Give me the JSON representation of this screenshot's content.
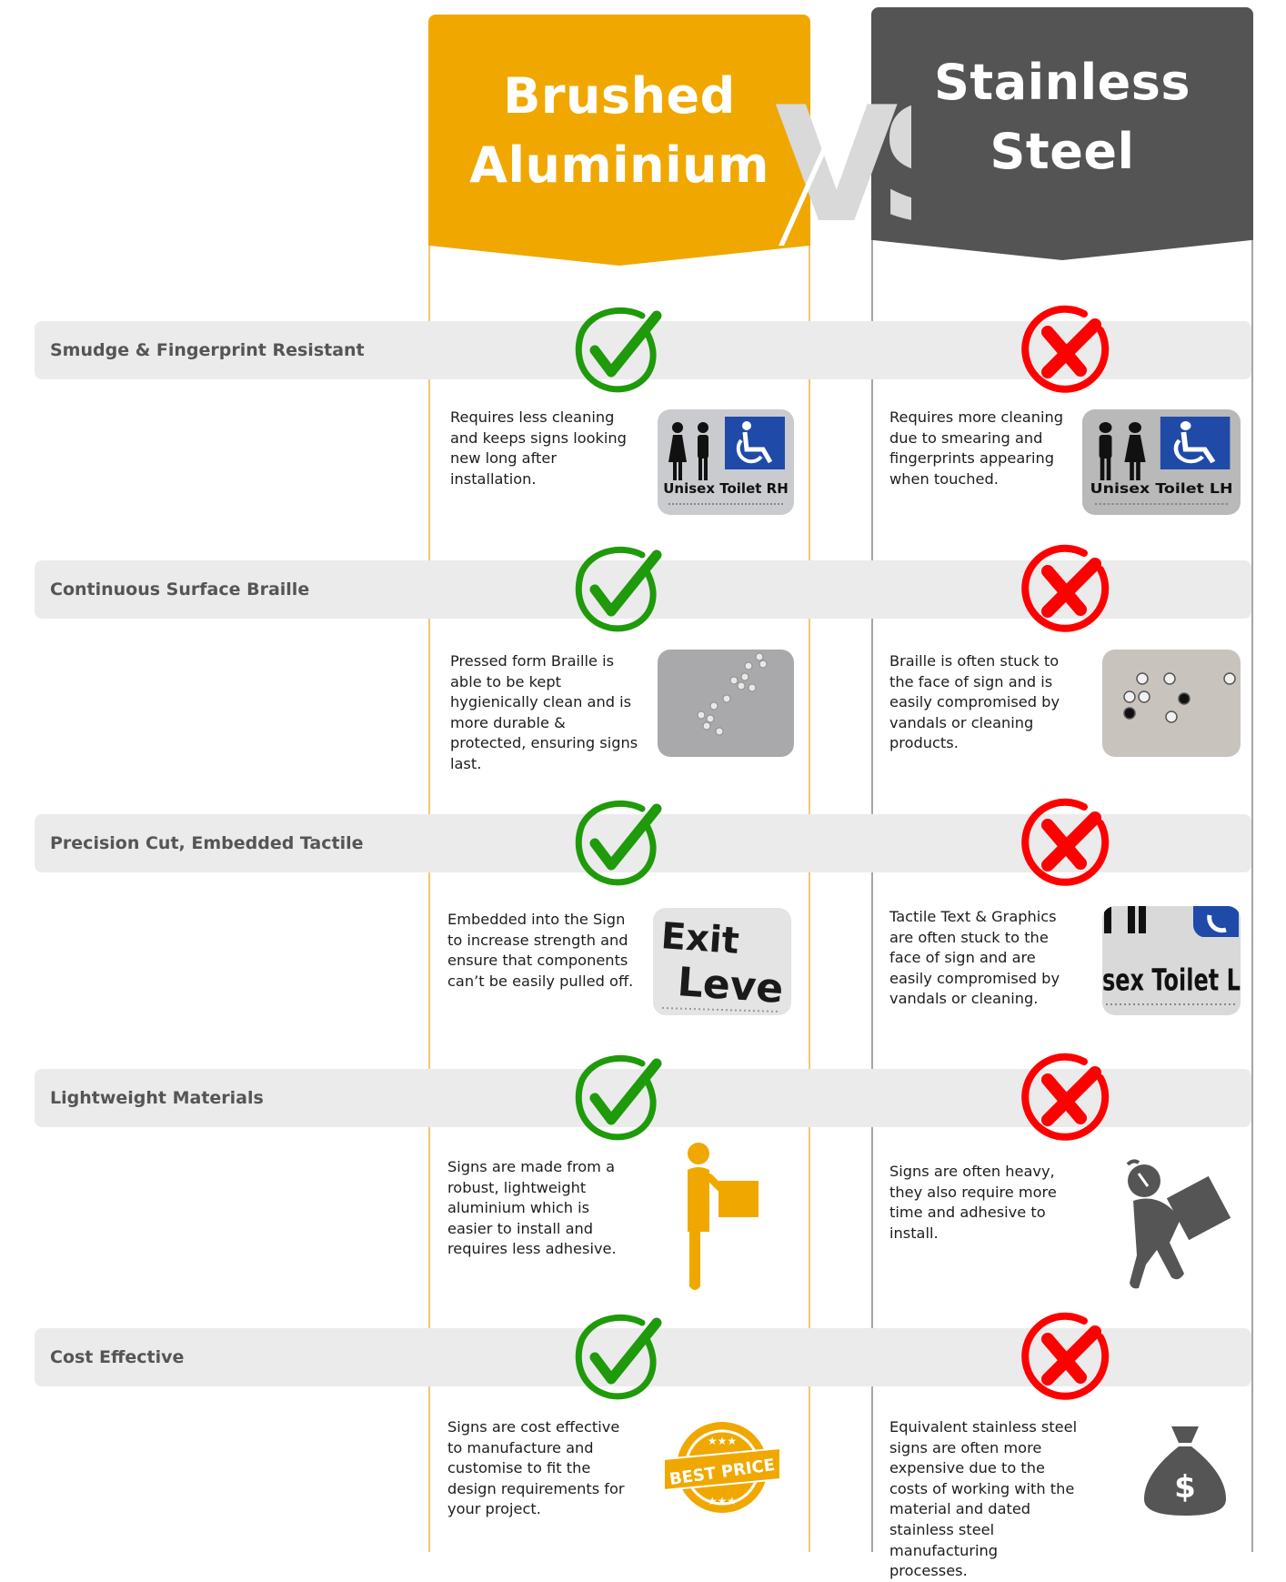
{
  "header": {
    "left_title_line1": "Brushed",
    "left_title_line2": "Aluminium",
    "vs_text": "VS",
    "right_title_line1": "Stainless",
    "right_title_line2": "Steel"
  },
  "colors": {
    "aluminium_header": "#f0a800",
    "steel_header": "#545454",
    "check_green": "#1e9a0a",
    "cross_red": "#ff0000",
    "band_gray": "#ebebeb",
    "label_gray": "#555555",
    "vs_gray": "#d9d9d9"
  },
  "rows": [
    {
      "label": "Smudge & Fingerprint Resistant",
      "aluminium": {
        "result": "check-icon",
        "text": "Requires less cleaning and keeps signs looking new long after installation.",
        "image": "unisex-toilet-rh-sign",
        "image_caption": "Unisex Toilet RH"
      },
      "steel": {
        "result": "cross-icon",
        "text": "Requires more cleaning due to smearing and fingerprints appearing when touched.",
        "image": "unisex-toilet-lh-sign",
        "image_caption": "Unisex Toilet LH"
      }
    },
    {
      "label": "Continuous Surface Braille",
      "aluminium": {
        "result": "check-icon",
        "text": "Pressed form Braille is able to be kept hygienically clean and is more durable & protected, ensuring signs last.",
        "image": "pressed-braille-photo"
      },
      "steel": {
        "result": "cross-icon",
        "text": "Braille is often stuck to the face of sign and is easily compromised by vandals or cleaning products.",
        "image": "stuck-on-braille-photo"
      }
    },
    {
      "label": "Precision Cut, Embedded Tactile",
      "aluminium": {
        "result": "check-icon",
        "text": "Embedded into the Sign to increase strength and ensure that components can’t be easily pulled off.",
        "image": "exit-level-sign-photo",
        "image_caption_line1": "Exit",
        "image_caption_line2": "Leve"
      },
      "steel": {
        "result": "cross-icon",
        "text": "Tactile Text & Graphics are often stuck to the face of sign and are easily compromised by vandals or cleaning.",
        "image": "toilet-lh-tactile-photo",
        "image_caption": "sex Toilet LH"
      }
    },
    {
      "label": "Lightweight Materials",
      "aluminium": {
        "result": "check-icon",
        "text": "Signs are made from a robust, lightweight aluminium which is easier to install and requires less adhesive.",
        "image": "person-carrying-light-box-icon"
      },
      "steel": {
        "result": "cross-icon",
        "text": "Signs are often heavy, they also require more time and adhesive to install.",
        "image": "person-struggling-heavy-box-icon"
      }
    },
    {
      "label": "Cost Effective",
      "aluminium": {
        "result": "check-icon",
        "text": "Signs are cost effective to manufacture and customise to fit the design requirements for your project.",
        "image": "best-price-badge-icon",
        "image_caption": "BEST PRICE"
      },
      "steel": {
        "result": "cross-icon",
        "text": "Equivalent stainless steel signs are often more expensive due to the costs of working with the material and dated stainless steel manufacturing processes.",
        "image": "money-bag-icon",
        "image_caption": "$"
      }
    }
  ]
}
